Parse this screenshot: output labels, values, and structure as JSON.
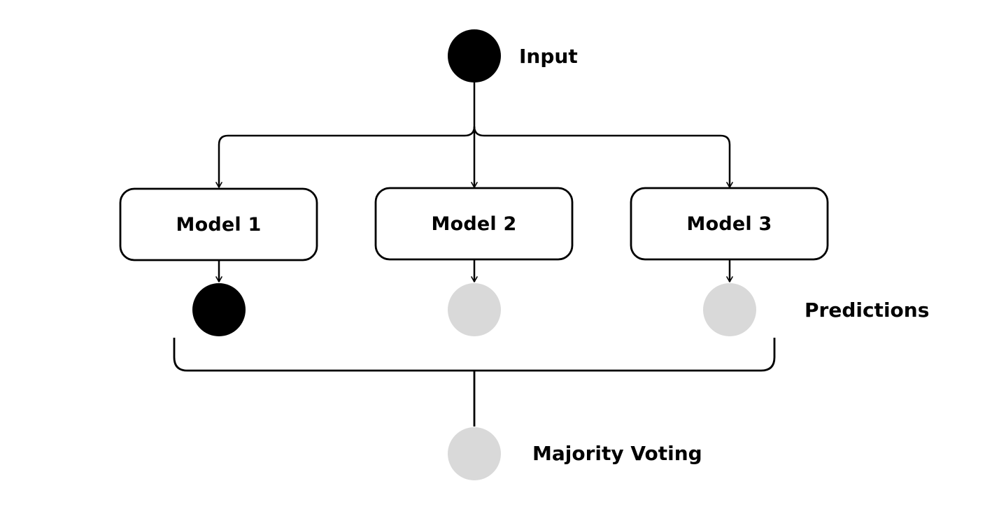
{
  "colors": {
    "stroke": "#000000",
    "active_node": "#000000",
    "inactive_node": "#d9d9d9",
    "box_fill": "#ffffff",
    "text": "#000000"
  },
  "labels": {
    "input": "Input",
    "predictions": "Predictions",
    "majority_voting": "Majority Voting"
  },
  "models": [
    {
      "label": "Model 1",
      "prediction_state": "active"
    },
    {
      "label": "Model 2",
      "prediction_state": "inactive"
    },
    {
      "label": "Model 3",
      "prediction_state": "inactive"
    }
  ],
  "result_state": "inactive"
}
